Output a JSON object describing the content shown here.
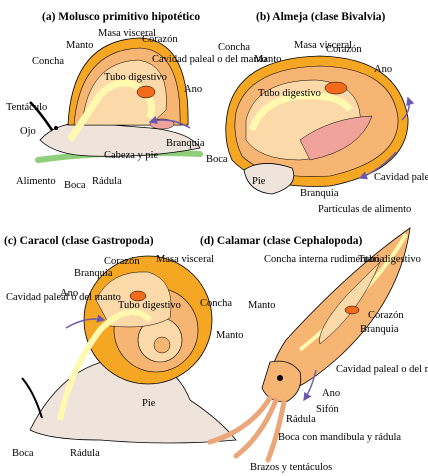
{
  "panels": {
    "a": {
      "title": "(a) Molusco primitivo hipotético",
      "labels": {
        "concha": "Concha",
        "manto": "Manto",
        "masa_visceral": "Masa visceral",
        "corazon": "Corazón",
        "cavidad_paleal": "Cavidad paleal o del manto",
        "tubo_digestivo": "Tubo digestivo",
        "ano": "Ano",
        "tentaculo": "Tentáculo",
        "ojo": "Ojo",
        "branquia": "Branquia",
        "cabeza_pie": "Cabeza y pie",
        "alimento": "Alimento",
        "boca": "Boca",
        "radula": "Rádula"
      }
    },
    "b": {
      "title": "(b) Almeja (clase Bivalvia)",
      "labels": {
        "concha": "Concha",
        "manto": "Manto",
        "masa_visceral": "Masa visceral",
        "corazon": "Corazón",
        "ano": "Ano",
        "tubo_digestivo": "Tubo digestivo",
        "boca": "Boca",
        "pie": "Pie",
        "branquia": "Branquia",
        "cavidad_paleal": "Cavidad paleal o del manto",
        "particulas": "Partículas de alimento"
      }
    },
    "c": {
      "title": "(c) Caracol (clase Gastropoda)",
      "labels": {
        "corazon": "Corazón",
        "branquia": "Branquia",
        "masa_visceral": "Masa visceral",
        "ano": "Ano",
        "cavidad_paleal": "Cavidad paleal o del manto",
        "tubo_digestivo": "Tubo digestivo",
        "concha": "Concha",
        "manto": "Manto",
        "pie": "Pie",
        "boca": "Boca",
        "radula": "Rádula"
      }
    },
    "d": {
      "title": "(d) Calamar (clase Cephalopoda)",
      "labels": {
        "concha_interna": "Concha interna rudimentaria",
        "tubo_digestivo": "Tubo digestivo",
        "manto": "Manto",
        "corazon": "Corazón",
        "branquia": "Branquia",
        "cavidad_paleal": "Cavidad paleal o del manto",
        "ano": "Ano",
        "sifon": "Sifón",
        "radula": "Rádula",
        "boca_mandibula": "Boca con mandíbula y rádula",
        "brazos": "Brazos y tentáculos"
      }
    }
  },
  "colors": {
    "shell": "#f5a623",
    "mantle": "#f7b574",
    "visceral": "#fcd9a8",
    "gut": "#fff9b0",
    "heart": "#f26a1b",
    "foot": "#eee4dc",
    "outline": "#000000",
    "flow": "#6a58b0",
    "ground": "#8fce7a"
  }
}
